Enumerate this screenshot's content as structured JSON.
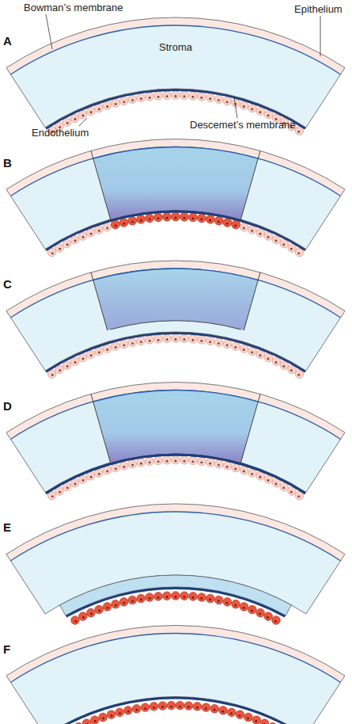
{
  "diagram": {
    "labels": [
      "Bowman’s membrane",
      "Epithelium",
      "Stroma",
      "Endothelium",
      "Descemet’s membrane",
      "A",
      "B",
      "C",
      "D",
      "E",
      "F"
    ]
  }
}
